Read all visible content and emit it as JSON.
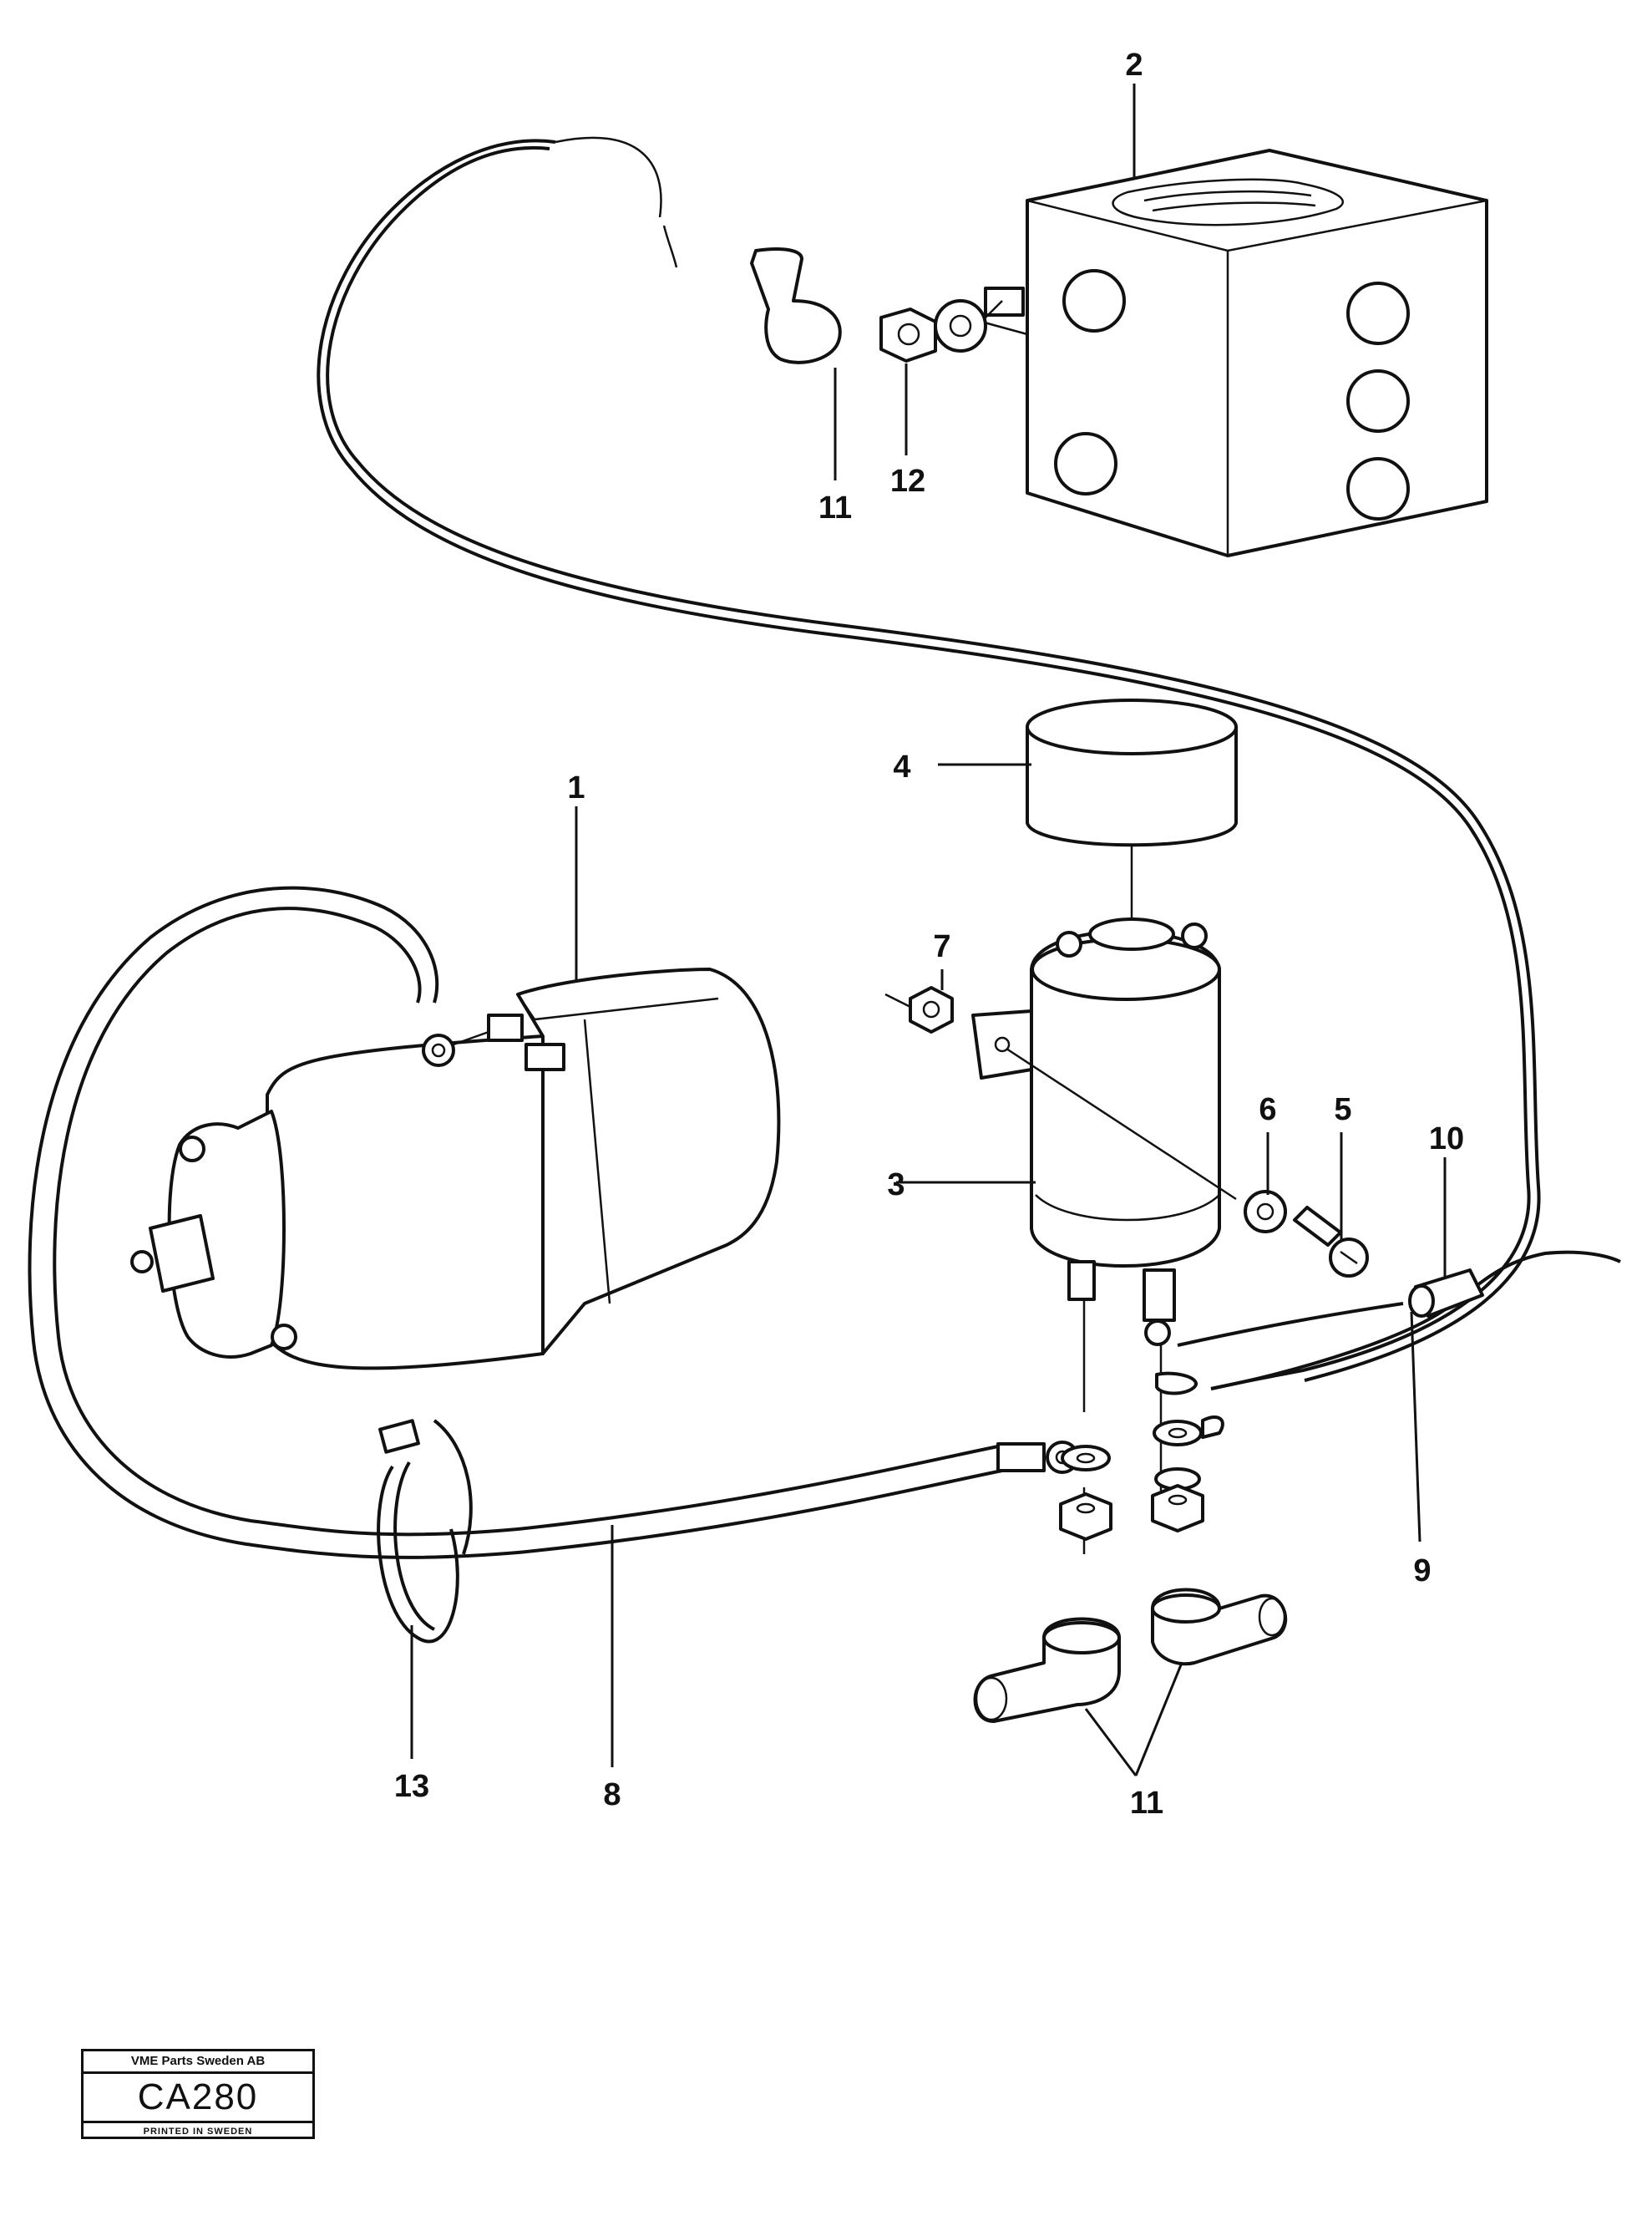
{
  "callouts": {
    "c1": "1",
    "c2": "2",
    "c3": "3",
    "c4": "4",
    "c5": "5",
    "c6": "6",
    "c7": "7",
    "c8": "8",
    "c9": "9",
    "c10": "10",
    "c11_top": "11",
    "c12": "12",
    "c13": "13",
    "c11_bottom": "11"
  },
  "stamp": {
    "company": "VME Parts Sweden AB",
    "code": "CA280",
    "printed": "PRINTED IN SWEDEN"
  }
}
